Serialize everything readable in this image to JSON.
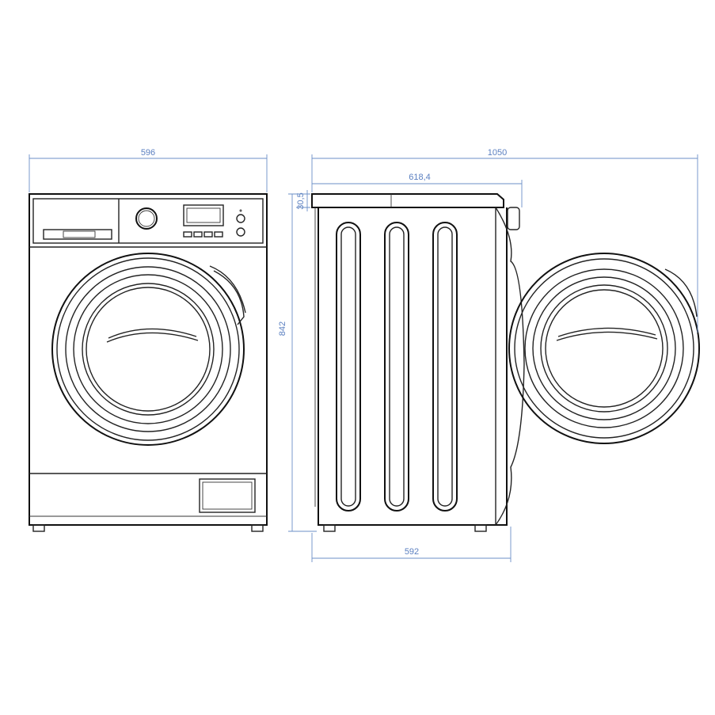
{
  "colors": {
    "dimension": "#6b8fc7",
    "outline": "#222222",
    "background": "#ffffff"
  },
  "dimensions": {
    "front_width": "596",
    "total_depth_door_open": "1050",
    "depth_with_door": "618,4",
    "top_panel_overhang": "30,5",
    "height": "842",
    "body_depth": "592"
  }
}
